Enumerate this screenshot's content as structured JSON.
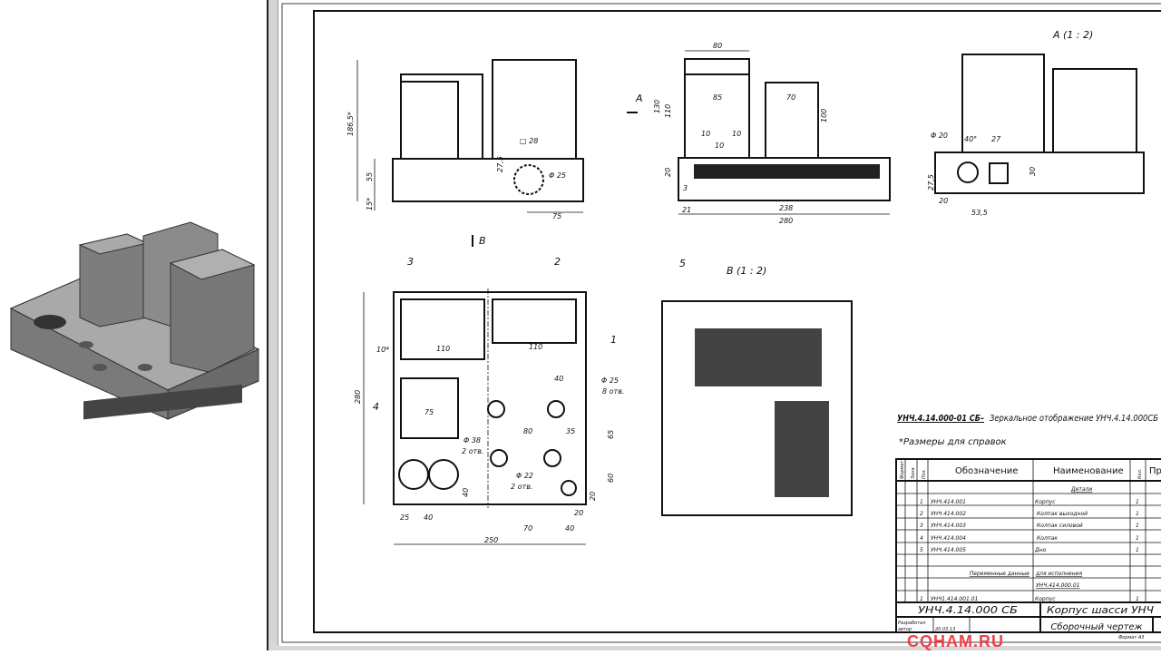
{
  "views": {
    "section_a": "A (1 : 2)",
    "section_b": "B (1 : 2)",
    "marker_a": "A",
    "marker_b": "B"
  },
  "front_dims": [
    "186,5*",
    "55",
    "15*",
    "□ 28",
    "27,5",
    "Φ 25",
    "75"
  ],
  "side_dims": [
    "80",
    "130",
    "110",
    "85",
    "70",
    "100",
    "10",
    "10",
    "10",
    "20",
    "3",
    "21",
    "238",
    "280"
  ],
  "section_a_dims": [
    "Φ 20",
    "40°",
    "27",
    "30",
    "27,5",
    "20",
    "53,5"
  ],
  "top_dims": [
    "280",
    "110",
    "110",
    "10*",
    "75",
    "40",
    "Φ 25",
    "8 отв.",
    "80",
    "35",
    "65",
    "60",
    "Φ 38",
    "2 отв.",
    "Φ 22",
    "2 отв.",
    "40",
    "20",
    "25",
    "40",
    "70",
    "40",
    "20",
    "250"
  ],
  "callouts": [
    "1",
    "2",
    "3",
    "4",
    "5"
  ],
  "notes": {
    "mirror": "УНЧ.4.14.000-01 СБ–",
    "mirror_text": "Зеркальное отображение УНЧ.4.14.000СБ",
    "reference": "*Размеры для справок"
  },
  "spec_table": {
    "headers": [
      "Формат",
      "Зона",
      "Поз.",
      "Обозначение",
      "Наименование",
      "Кол.",
      "Прим."
    ],
    "section": "Детали",
    "rows": [
      {
        "pos": "1",
        "code": "УНЧ.414.001",
        "name": "Корпус",
        "qty": "1"
      },
      {
        "pos": "2",
        "code": "УНЧ.414.002",
        "name": "Колпак выходной",
        "qty": "1"
      },
      {
        "pos": "3",
        "code": "УНЧ.414.003",
        "name": "Колпак силовой",
        "qty": "1"
      },
      {
        "pos": "4",
        "code": "УНЧ.414.004",
        "name": "Колпак",
        "qty": "1"
      },
      {
        "pos": "5",
        "code": "УНЧ.414.005",
        "name": "Дно",
        "qty": "1"
      }
    ],
    "variable_label": "Переменные данные",
    "variable_for": "для исполнения",
    "variable_code": "УНЧ.414.000.01",
    "last_row": {
      "pos": "1",
      "code": "УНЧ1.414.001.01",
      "name": "Корпус",
      "qty": "1"
    }
  },
  "title_block": {
    "code": "УНЧ.4.14.000  СБ",
    "name": "Корпус шасси  УНЧ",
    "doc_type": "Сборочный чертеж",
    "developer_label": "Разработал",
    "developer": "автор",
    "date": "20.03.13",
    "format": "Формат А3"
  },
  "watermark": "CQHAM.RU"
}
